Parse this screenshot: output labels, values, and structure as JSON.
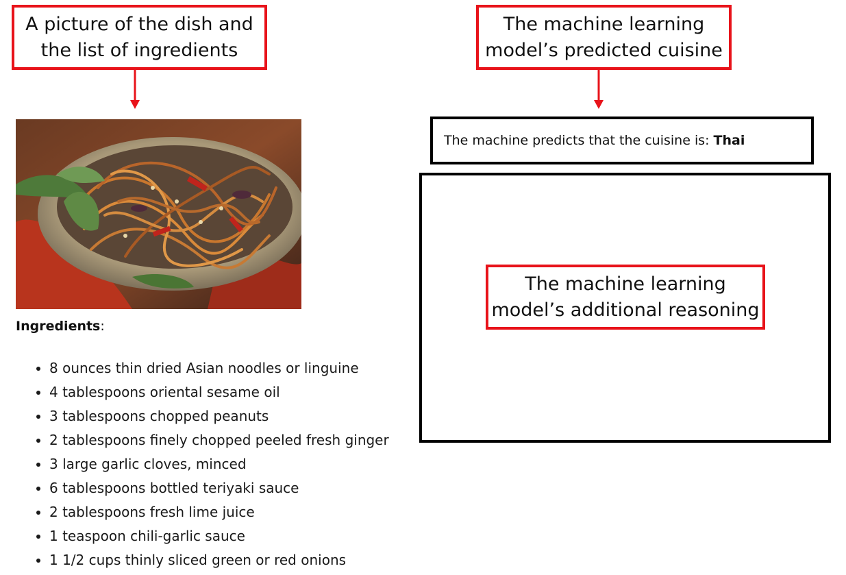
{
  "callouts": {
    "dish": [
      "A picture of the dish and",
      "the list of ingredients"
    ],
    "cuisine": [
      "The machine learning",
      "model’s predicted cuisine"
    ],
    "reasoning": [
      "The machine learning",
      "model’s additional reasoning"
    ]
  },
  "ingredients": {
    "heading": "Ingredients",
    "heading_suffix": ":",
    "items": [
      "8 ounces thin dried Asian noodles or linguine",
      "4 tablespoons oriental sesame oil",
      "3 tablespoons chopped peanuts",
      "2 tablespoons finely chopped peeled fresh ginger",
      "3 large garlic cloves, minced",
      "6 tablespoons bottled teriyaki sauce",
      "2 tablespoons fresh lime juice",
      "1 teaspoon chili-garlic sauce",
      "1 1/2 cups thinly sliced green or red onions"
    ]
  },
  "prediction": {
    "prefix": "The machine predicts that the cuisine is:",
    "value": "Thai"
  },
  "colors": {
    "callout_border": "#e8131a",
    "box_border": "#000000"
  }
}
